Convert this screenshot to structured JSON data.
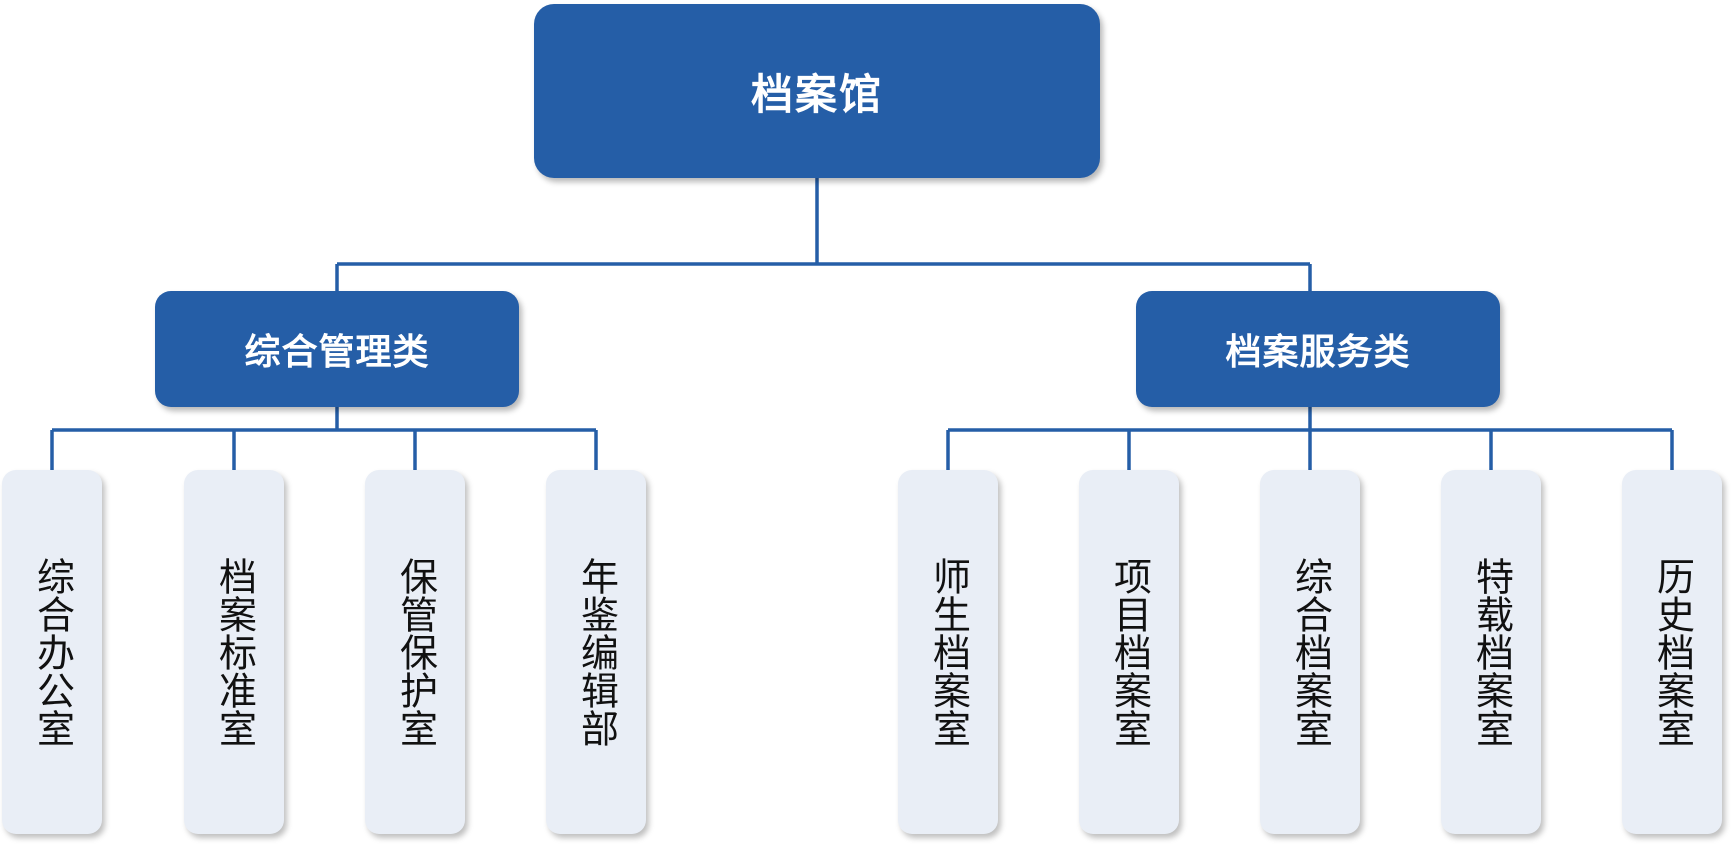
{
  "diagram": {
    "root": {
      "label": "档案馆"
    },
    "branches": [
      {
        "label": "综合管理类",
        "children": [
          "综合办公室",
          "档案标准室",
          "保管保护室",
          "年鉴编辑部"
        ]
      },
      {
        "label": "档案服务类",
        "children": [
          "师生档案室",
          "项目档案室",
          "综合档案室",
          "特载档案室",
          "历史档案室"
        ]
      }
    ],
    "colors": {
      "dark_box": "#255ea7",
      "light_box": "#e9eef6",
      "connector": "#255ea7"
    }
  }
}
